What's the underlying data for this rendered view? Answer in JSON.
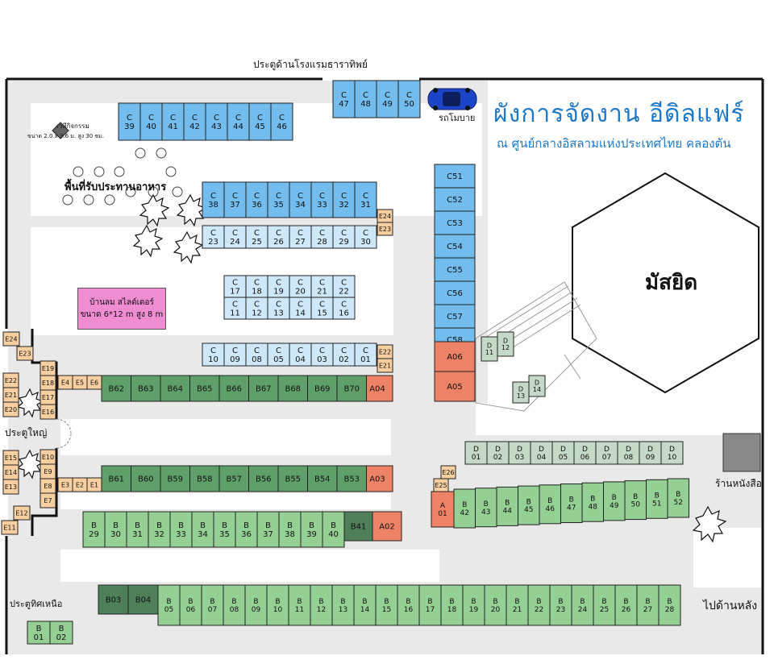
{
  "title": "ผังการจัดงาน  อีดิลแฟร์",
  "subtitle": "ณ  ศูนย์กลางอิสลามแห่งประเทศไทย  คลองตัน",
  "labels": {
    "top_gate": "ประตูด้านโรงแรมธาราทิพย์",
    "shuttle": "รถโมบาย",
    "activity_stage": "เวทีกิจกรรม",
    "activity_stage_size": "ขนาด 2.0 x 3.6 ม. สูง 30 ซม.",
    "dining_area": "พื้นที่รับประทานอาหาร",
    "shelter_name": "บ้านลม สไลด์เดอร์",
    "shelter_size": "ขนาด 6*12 m สูง 8 m",
    "mosque": "มัสยิด",
    "main_gate": "ประตูใหญ่",
    "north_gate": "ประตูทิศเหนือ",
    "bookstore": "ร้านหนังสือ",
    "to_back": "ไปด้านหลัง"
  },
  "colors": {
    "C": "#73bcee",
    "C_light": "#cfe8f9",
    "B_dark": "#5f9f6a",
    "B_light": "#94cf94",
    "B_gray": "#4f7f59",
    "D": "#c4d9c7",
    "E": "#f7cfa0",
    "A": "#ee8266",
    "pink": "#f08cd2",
    "title": "#1c78c8"
  },
  "booths": {
    "c_top": [
      "C\n47",
      "C\n48",
      "C\n49",
      "C\n50"
    ],
    "c_row1": [
      "C\n39",
      "C\n40",
      "C\n41",
      "C\n42",
      "C\n43",
      "C\n44",
      "C\n45",
      "C\n46"
    ],
    "c_row2": [
      "C\n38",
      "C\n37",
      "C\n36",
      "C\n35",
      "C\n34",
      "C\n33",
      "C\n32",
      "C\n31"
    ],
    "c_row3": [
      "C\n23",
      "C\n24",
      "C\n25",
      "C\n26",
      "C\n27",
      "C\n28",
      "C\n29",
      "C\n30"
    ],
    "c_row4": [
      "C\n17",
      "C\n18",
      "C\n19",
      "C\n20",
      "C\n21",
      "C\n22"
    ],
    "c_row5": [
      "C\n11",
      "C\n12",
      "C\n13",
      "C\n14",
      "C\n15",
      "C\n16"
    ],
    "c_row6": [
      "C\n10",
      "C\n09",
      "C\n08",
      "C\n05",
      "C\n04",
      "C\n03",
      "C\n02",
      "C\n01"
    ],
    "c_col": [
      "C51",
      "C52",
      "C53",
      "C54",
      "C55",
      "C56",
      "C57",
      "C58"
    ],
    "a_col": [
      "A06",
      "A05"
    ],
    "b_row1": [
      "B62",
      "B63",
      "B64",
      "B65",
      "B66",
      "B67",
      "B68",
      "B69",
      "B70"
    ],
    "a04": "A04",
    "b_row2": [
      "B61",
      "B60",
      "B59",
      "B58",
      "B57",
      "B56",
      "B55",
      "B54",
      "B53"
    ],
    "a03": "A03",
    "b_row3": [
      "B\n29",
      "B\n30",
      "B\n31",
      "B\n32",
      "B\n33",
      "B\n34",
      "B\n35",
      "B\n36",
      "B\n37",
      "B\n38",
      "B\n39",
      "B\n40"
    ],
    "b41": "B41",
    "a02": "A02",
    "b_pair": [
      "B03",
      "B04"
    ],
    "b_row4": [
      "B\n05",
      "B\n06",
      "B\n07",
      "B\n08",
      "B\n09",
      "B\n10",
      "B\n11",
      "B\n12",
      "B\n13",
      "B\n14",
      "B\n15",
      "B\n16",
      "B\n17",
      "B\n18",
      "B\n19",
      "B\n20",
      "B\n21",
      "B\n22",
      "B\n23",
      "B\n24",
      "B\n25",
      "B\n26",
      "B\n27",
      "B\n28"
    ],
    "b_row5": [
      "B\n01",
      "B\n02"
    ],
    "b_diag": [
      "B\n42",
      "B\n43",
      "B\n44",
      "B\n45",
      "B\n46",
      "B\n47",
      "B\n48",
      "B\n49",
      "B\n50",
      "B\n51",
      "B\n52"
    ],
    "a01": "A\n01",
    "d_row": [
      "D\n01",
      "D\n02",
      "D\n03",
      "D\n04",
      "D\n05",
      "D\n06",
      "D\n07",
      "D\n08",
      "D\n09",
      "D\n10"
    ],
    "d_mosque": [
      "D\n11",
      "D\n12",
      "D\n13",
      "D\n14"
    ],
    "e_right": [
      "E24",
      "E23",
      "E22",
      "E21"
    ],
    "e_row_a": [
      "E4",
      "E5",
      "E6"
    ],
    "e_row_b": [
      "E3",
      "E2",
      "E1"
    ],
    "e_col_a": [
      "E19",
      "E18",
      "E17",
      "E16"
    ],
    "e_col_b": [
      "E10",
      "E9",
      "E8",
      "E7"
    ],
    "e_left_a": [
      "E24",
      "E23",
      "E22",
      "E21",
      "E20"
    ],
    "e_left_b": [
      "E15",
      "E14",
      "E13",
      "E12",
      "E11"
    ],
    "e_diag": [
      "E26",
      "E25"
    ]
  }
}
